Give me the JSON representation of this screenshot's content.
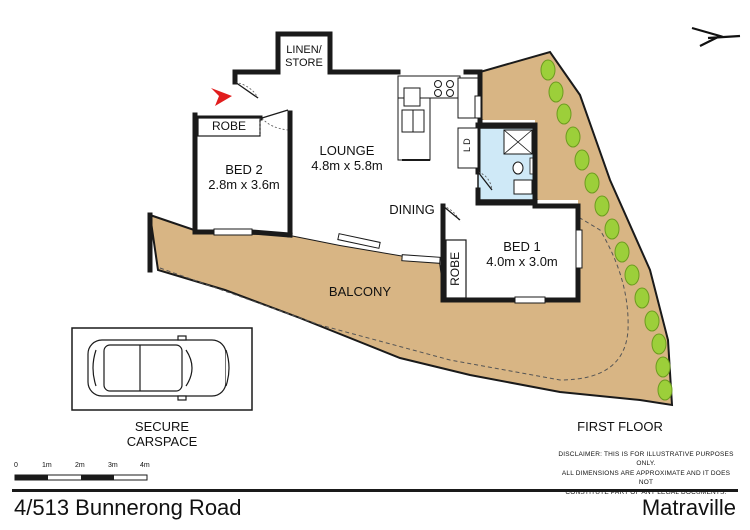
{
  "rooms": {
    "linen": {
      "line1": "LINEN/",
      "line2": "STORE"
    },
    "robe2": "ROBE",
    "bed2": {
      "name": "BED 2",
      "dims": "2.8m x 3.6m"
    },
    "lounge": {
      "name": "LOUNGE",
      "dims": "4.8m x 5.8m"
    },
    "dining": "DINING",
    "laundry": "L D",
    "bed1": {
      "name": "BED 1",
      "dims": "4.0m x 3.0m"
    },
    "robe1": "ROBE",
    "balcony": "BALCONY"
  },
  "carspace": {
    "line1": "SECURE",
    "line2": "CARSPACE"
  },
  "floor_label": "FIRST FLOOR",
  "disclaimer": {
    "line1": "DISCLAIMER: THIS IS FOR ILLUSTRATIVE PURPOSES ONLY.",
    "line2": "ALL DIMENSIONS ARE APPROXIMATE AND IT DOES NOT",
    "line3": "CONSTITUTE PART OF ANY LEGAL DOCUMENTS."
  },
  "scale": {
    "t0": "0",
    "t1": "1m",
    "t2": "2m",
    "t3": "3m",
    "t4": "4m"
  },
  "address": "4/513 Bunnerong Road",
  "suburb": "Matraville",
  "north_icon": "north-arrow-icon",
  "entry_icon": "entry-arrow-icon",
  "car_icon": "car-icon",
  "colors": {
    "balcony": "#d8b584",
    "bathroom": "#cfe9f7",
    "hedge": "#9ccf3a",
    "wall": "#1a1a1a",
    "entry": "#e11d1d"
  }
}
